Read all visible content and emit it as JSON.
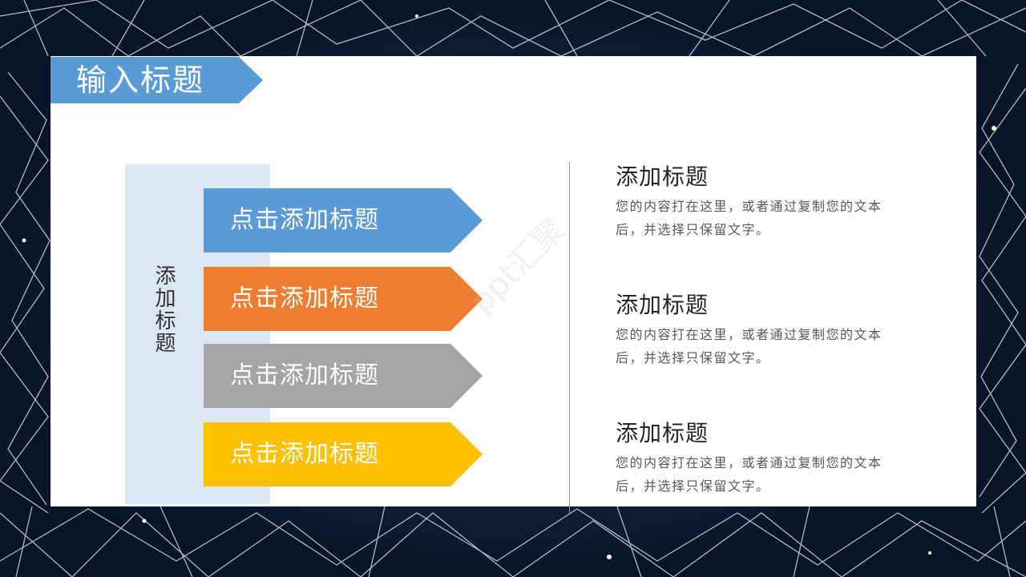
{
  "slide": {
    "title": "输入标题",
    "side_label": "添加标题"
  },
  "arrows": [
    {
      "label": "点击添加标题",
      "color": "#5b9bd5"
    },
    {
      "label": "点击添加标题",
      "color": "#ed7d31"
    },
    {
      "label": "点击添加标题",
      "color": "#a5a5a5"
    },
    {
      "label": "点击添加标题",
      "color": "#ffc000"
    }
  ],
  "info_blocks": [
    {
      "title": "添加标题",
      "body": "您的内容打在这里，或者通过复制您的文本后，并选择只保留文字。"
    },
    {
      "title": "添加标题",
      "body": "您的内容打在这里，或者通过复制您的文本后，并选择只保留文字。"
    },
    {
      "title": "添加标题",
      "body": "您的内容打在这里，或者通过复制您的文本后，并选择只保留文字。"
    }
  ],
  "colors": {
    "background": "#0d1a33",
    "title_banner": "#5b9bd5",
    "side_panel": "#dce7f3"
  },
  "watermark": "ppt汇聚"
}
